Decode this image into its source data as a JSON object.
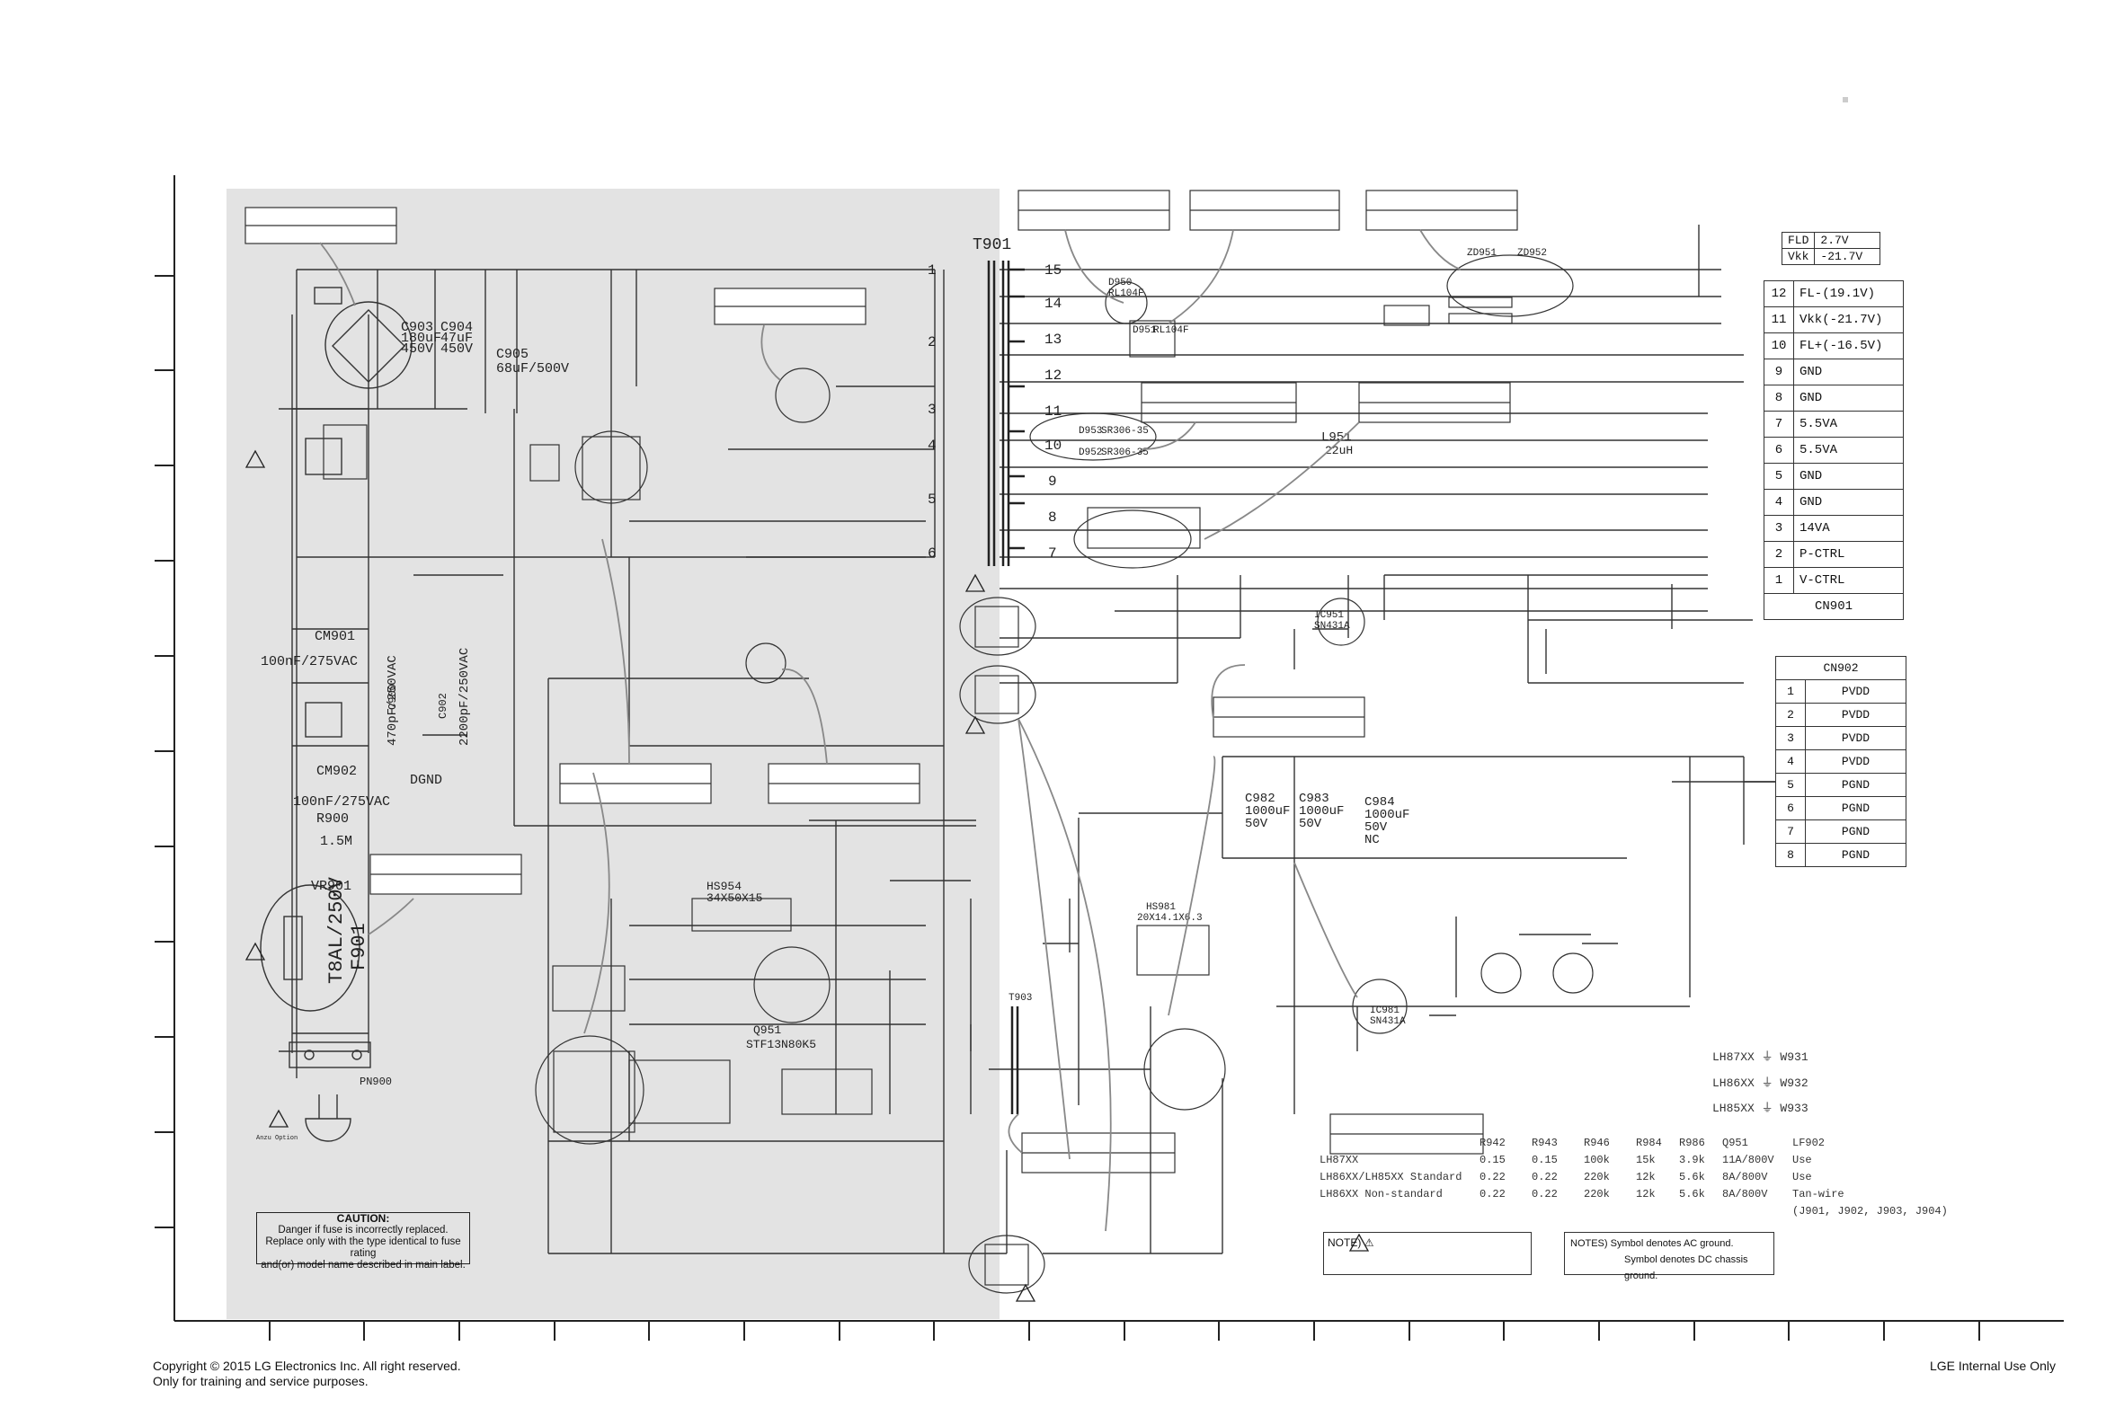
{
  "footer": {
    "copyright": "Copyright © 2015 LG Electronics Inc. All right reserved.",
    "training": "Only for training and service purposes.",
    "internal": "LGE Internal Use Only"
  },
  "caution": {
    "title": "CAUTION:",
    "line1": "Danger if fuse is incorrectly replaced.",
    "line2": "Replace only with the type identical to fuse rating",
    "line3": "and(or) model name described in main label."
  },
  "voltages": [
    {
      "name": "FLD",
      "value": "2.7V"
    },
    {
      "name": "Vkk",
      "value": "-21.7V"
    }
  ],
  "cn901": {
    "label": "CN901",
    "pins": [
      {
        "num": "12",
        "signal": "FL-(19.1V)"
      },
      {
        "num": "11",
        "signal": "Vkk(-21.7V)"
      },
      {
        "num": "10",
        "signal": "FL+(-16.5V)"
      },
      {
        "num": "9",
        "signal": "GND"
      },
      {
        "num": "8",
        "signal": "GND"
      },
      {
        "num": "7",
        "signal": "5.5VA"
      },
      {
        "num": "6",
        "signal": "5.5VA"
      },
      {
        "num": "5",
        "signal": "GND"
      },
      {
        "num": "4",
        "signal": "GND"
      },
      {
        "num": "3",
        "signal": "14VA"
      },
      {
        "num": "2",
        "signal": "P-CTRL"
      },
      {
        "num": "1",
        "signal": "V-CTRL"
      }
    ]
  },
  "cn902": {
    "label": "CN902",
    "pins": [
      {
        "num": "1",
        "signal": "PVDD"
      },
      {
        "num": "2",
        "signal": "PVDD"
      },
      {
        "num": "3",
        "signal": "PVDD"
      },
      {
        "num": "4",
        "signal": "PVDD"
      },
      {
        "num": "5",
        "signal": "PGND"
      },
      {
        "num": "6",
        "signal": "PGND"
      },
      {
        "num": "7",
        "signal": "PGND"
      },
      {
        "num": "8",
        "signal": "PGND"
      }
    ]
  },
  "models": {
    "headers": [
      "",
      "R942",
      "R943",
      "R946",
      "R984",
      "R986",
      "Q951",
      "LF902"
    ],
    "rows": [
      [
        "LH87XX",
        "0.15",
        "0.15",
        "100k",
        "15k",
        "3.9k",
        "11A/800V",
        "Use"
      ],
      [
        "LH86XX/LH85XX Standard",
        "0.22",
        "0.22",
        "220k",
        "12k",
        "5.6k",
        "8A/800V",
        "Use"
      ],
      [
        "LH86XX Non-standard",
        "0.22",
        "0.22",
        "220k",
        "12k",
        "5.6k",
        "8A/800V",
        "Tan-wire"
      ],
      [
        "",
        "",
        "",
        "",
        "",
        "",
        "",
        "(J901, J902, J903, J904)"
      ]
    ]
  },
  "jumpers": [
    {
      "model": "LH87XX",
      "part": "W931"
    },
    {
      "model": "LH86XX",
      "part": "W932"
    },
    {
      "model": "LH85XX",
      "part": "W933"
    }
  ],
  "notes": {
    "note1": "NOTE)",
    "ac_ground": "NOTES) Symbol denotes AC ground.",
    "dc_ground": "Symbol denotes DC chassis ground."
  },
  "labels": {
    "t901": "T901",
    "t903": "T903",
    "pn900": "PN900",
    "fuse_rating": "T8AL/250V",
    "fuse": "F901",
    "cm901": "CM901",
    "cm901_val": "100nF/275VAC",
    "cm902": "CM902",
    "cm902_val": "100nF/275VAC",
    "r900": "R900",
    "r900_val": "1.5M",
    "vr901": "VR901",
    "c903": "C903",
    "c903_val": "180uF",
    "c903_v": "450V",
    "c904": "C904",
    "c904_val": "47uF",
    "c904_v": "450V",
    "c905": "C905",
    "c905_val": "68uF/500V",
    "c900": "C900",
    "c900_val": "470pF/250VAC",
    "c902": "C902",
    "c902_val": "2200pF/250VAC",
    "dgnd": "DGND",
    "q951": "Q951",
    "q951_part": "STF13N80K5",
    "hs954": "HS954",
    "hs954_dim": "34X50X15",
    "hs981": "HS981",
    "hs981_dim": "20X14.1X6.3",
    "d950": "D950",
    "d950_part": "RL104F",
    "d951": "D951",
    "d951_part": "RL104F",
    "d952": "D952",
    "d952_part": "SR306-35",
    "d953": "D953",
    "d953_part": "SR306-35",
    "zd951": "ZD951",
    "zd952": "ZD952",
    "l951": "L951",
    "l951_val": "22uH",
    "ic951": "IC951",
    "ic951_part": "SN431A",
    "ic981": "IC981",
    "ic981_part": "SN431A",
    "c982": "C982",
    "c982_val": "1000uF",
    "c982_v": "50V",
    "c983": "C983",
    "c983_val": "1000uF",
    "c983_v": "50V",
    "c984": "C984",
    "c984_val": "1000uF",
    "c984_v": "50V",
    "c984_nc": "NC",
    "anzu": "Anzu Option"
  }
}
